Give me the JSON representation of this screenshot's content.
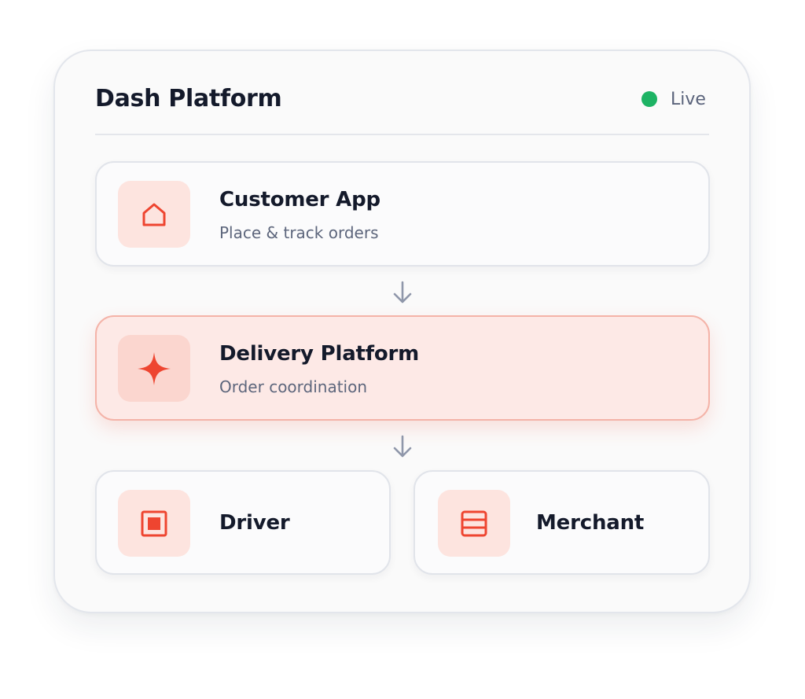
{
  "header": {
    "title": "Dash Platform",
    "status_label": "Live",
    "status_color": "#1db364"
  },
  "cards": {
    "customer": {
      "title": "Customer App",
      "subtitle": "Place & track orders",
      "icon": "home-icon"
    },
    "platform": {
      "title": "Delivery Platform",
      "subtitle": "Order coordination",
      "icon": "sparkle-icon",
      "highlighted": true
    },
    "driver": {
      "title": "Driver",
      "icon": "square-icon"
    },
    "merchant": {
      "title": "Merchant",
      "icon": "list-icon"
    }
  },
  "flow_arrows": [
    "arrow-down-icon",
    "arrow-down-icon"
  ],
  "accent_color": "#ee4530"
}
